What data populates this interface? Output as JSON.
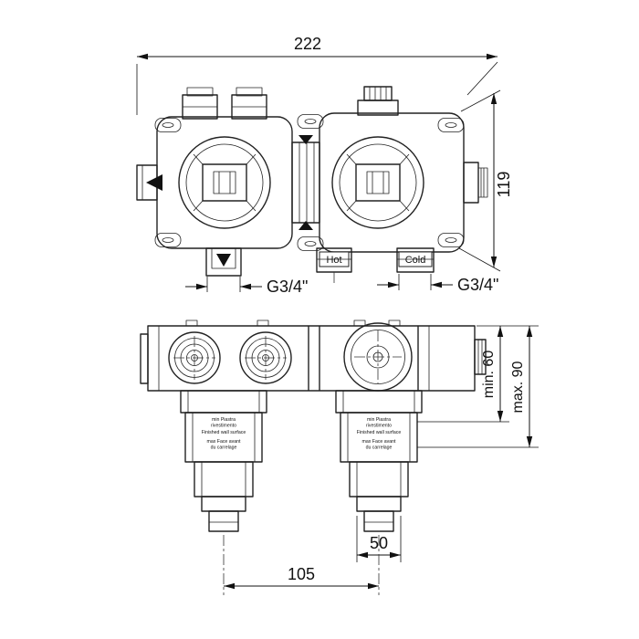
{
  "front_view": {
    "dim_width": "222",
    "dim_height": "119",
    "thread_left": "G3/4\"",
    "thread_right": "G3/4\"",
    "hot_label": "Hot",
    "cold_label": "Cold"
  },
  "install_view": {
    "dim_depth_min": "min. 60",
    "dim_depth_max": "max. 90",
    "dim_outlet_width": "50",
    "dim_center_distance": "105",
    "wall_note_lines": [
      "min  Piastra",
      "rivestimento",
      "Finished wall surface",
      "max  Face avant",
      "du carrelage"
    ]
  }
}
